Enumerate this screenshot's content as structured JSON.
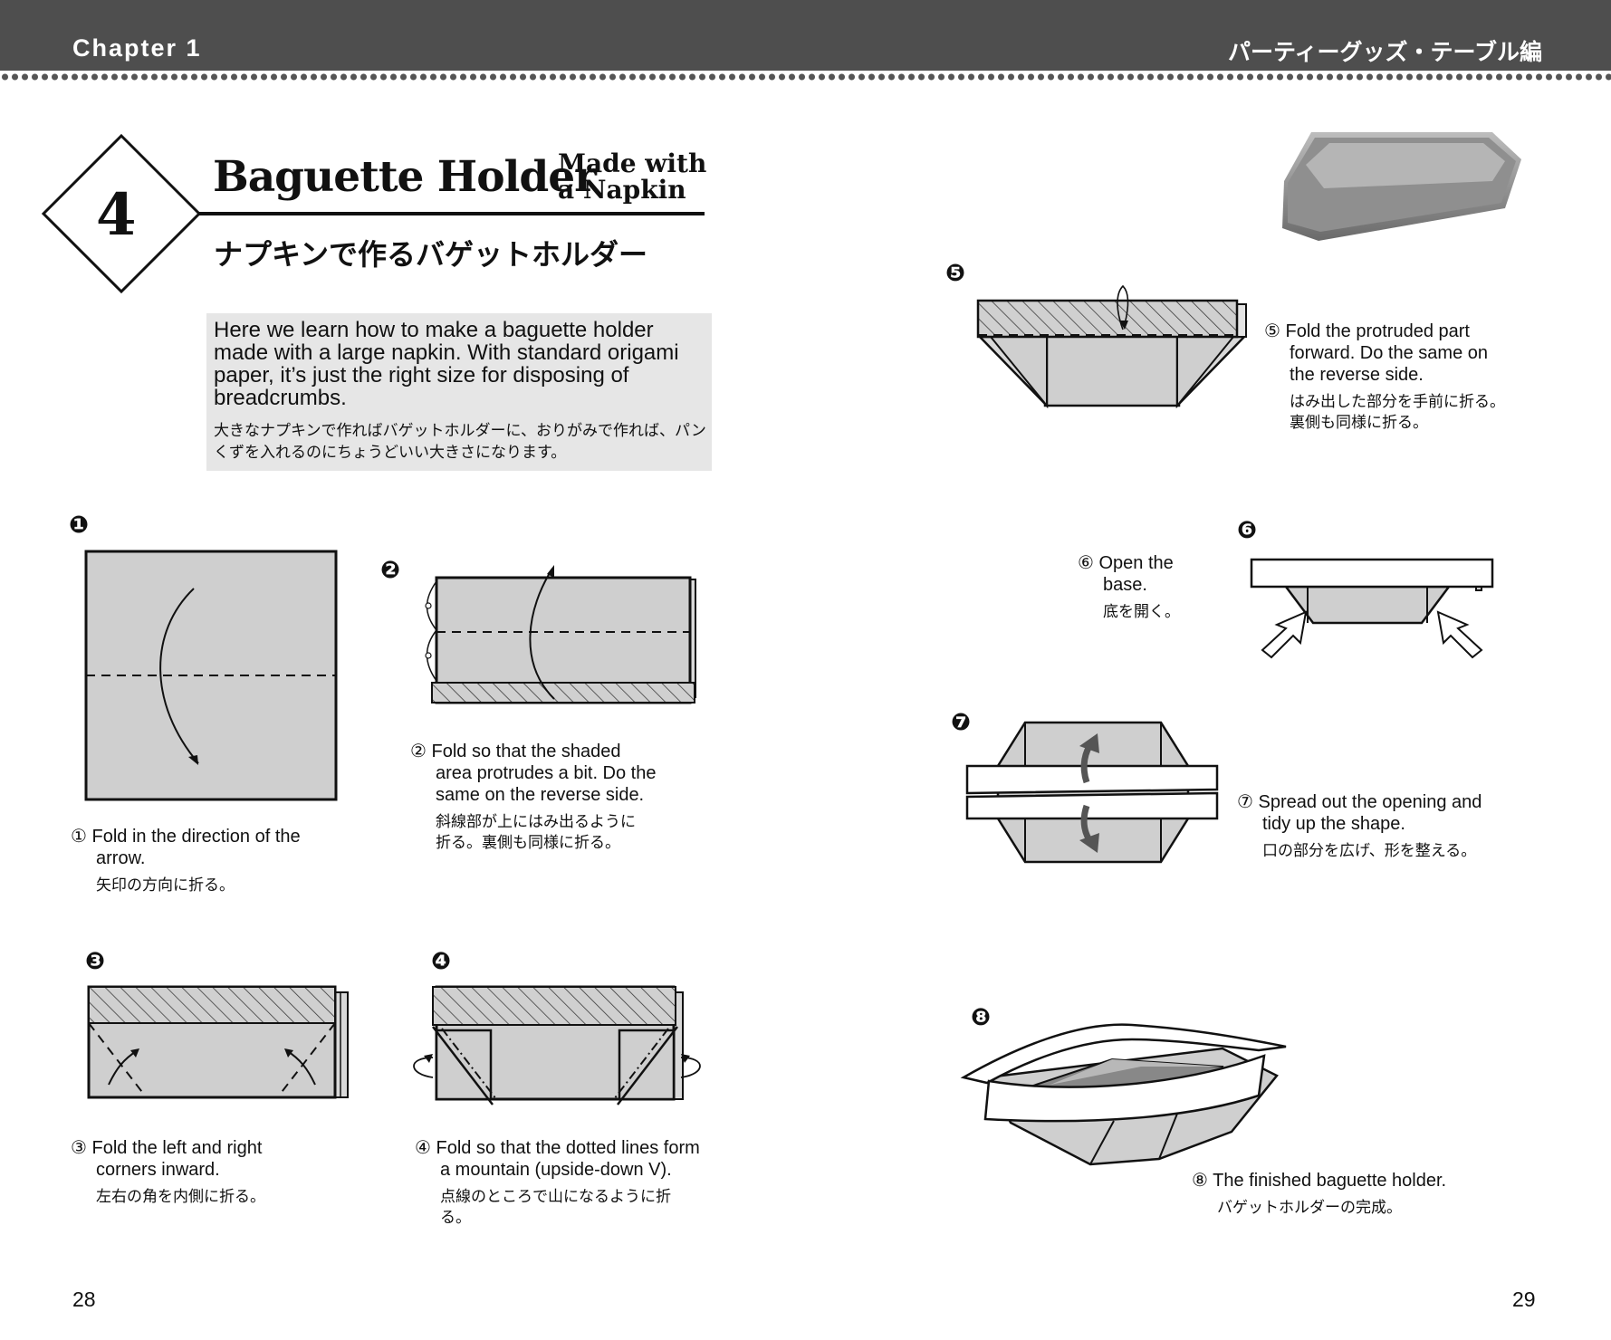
{
  "header": {
    "chapter": "Chapter 1",
    "section": "パーティーグッズ・テーブル編"
  },
  "title": {
    "number": "4",
    "english": "Baguette Holder",
    "english_sub_line1": "Made with",
    "english_sub_line2": "a Napkin",
    "japanese": "ナプキンで作るバゲットホルダー"
  },
  "intro": {
    "english": "Here we learn how to make a baguette holder made with a large napkin. With standard origami paper, it’s just the right size for disposing of breadcrumbs.",
    "japanese": "大きなナプキンで作ればバゲットホルダーに、おりがみで作れば、パンくずを入れるのにちょうどいい大きさになります。"
  },
  "steps": [
    {
      "marker": "❶",
      "num": "①",
      "en_line1": "Fold in the direction of the",
      "en_line2": "arrow.",
      "jp": "矢印の方向に折る。"
    },
    {
      "marker": "❷",
      "num": "②",
      "en_line1": "Fold so that the shaded",
      "en_line2": "area protrudes a bit.  Do the",
      "en_line3": "same on the reverse side.",
      "jp_line1": "斜線部が上にはみ出るように",
      "jp_line2": "折る。裏側も同様に折る。"
    },
    {
      "marker": "❸",
      "num": "③",
      "en_line1": "Fold the left and right",
      "en_line2": "corners inward.",
      "jp": "左右の角を内側に折る。"
    },
    {
      "marker": "❹",
      "num": "④",
      "en_line1": "Fold so that the dotted lines form",
      "en_line2": "a mountain (upside-down V).",
      "jp_line1": "点線のところで山になるように折",
      "jp_line2": "る。"
    },
    {
      "marker": "❺",
      "num": "⑤",
      "en_line1": "Fold the protruded part",
      "en_line2": "forward. Do the same on",
      "en_line3": "the reverse side.",
      "jp_line1": "はみ出した部分を手前に折る。",
      "jp_line2": "裏側も同様に折る。"
    },
    {
      "marker": "❻",
      "num": "⑥",
      "en_line1": "Open the",
      "en_line2": "base.",
      "jp": "底を開く。"
    },
    {
      "marker": "❼",
      "num": "⑦",
      "en_line1": "Spread out the opening and",
      "en_line2": "tidy up the shape.",
      "jp": "口の部分を広げ、形を整える。"
    },
    {
      "marker": "❽",
      "num": "⑧",
      "en_line1": "The finished baguette holder.",
      "jp": "バゲットホルダーの完成。"
    }
  ],
  "pages": {
    "left": "28",
    "right": "29"
  }
}
